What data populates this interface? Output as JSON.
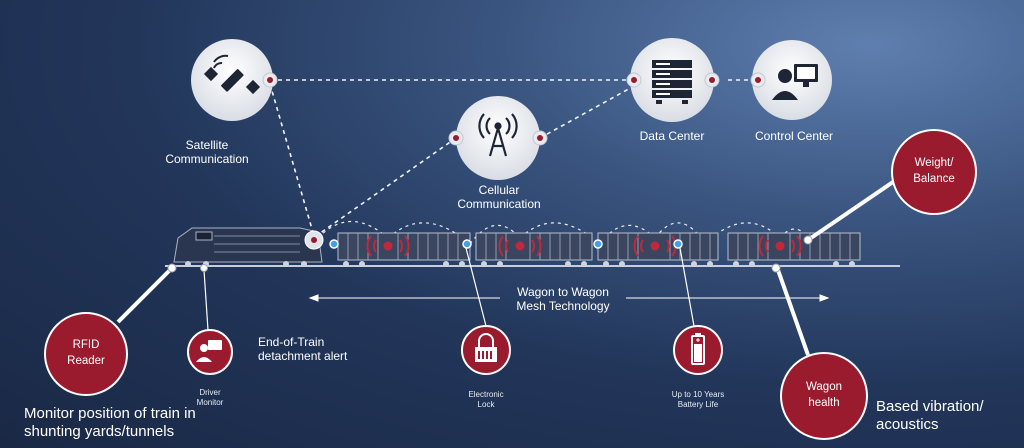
{
  "nodes": {
    "satellite": "Satellite\nCommunication",
    "cellular": "Cellular\nCommunication",
    "data_center": "Data Center",
    "control_center": "Control Center"
  },
  "mesh": "Wagon to Wagon\nMesh Technology",
  "red_nodes": {
    "rfid": "RFID\nReader",
    "weight": "Weight/\nBalance",
    "wagon_health": "Wagon\nhealth"
  },
  "features": {
    "driver_monitor": "Driver\nMonitor",
    "eot": "End-of-Train\ndetachment alert",
    "electronic_lock": "Electronic\nLock",
    "battery": "Up to 10 Years\nBattery Life"
  },
  "captions": {
    "monitor_position": "Monitor position of train in\nshunting yards/tunnels",
    "vibration": "Based vibration/\nacoustics"
  },
  "colors": {
    "accent_red": "#9b1b2e",
    "background": "#22365a",
    "signal_red": "#c0283c",
    "dot_blue": "#3ea1e6"
  }
}
